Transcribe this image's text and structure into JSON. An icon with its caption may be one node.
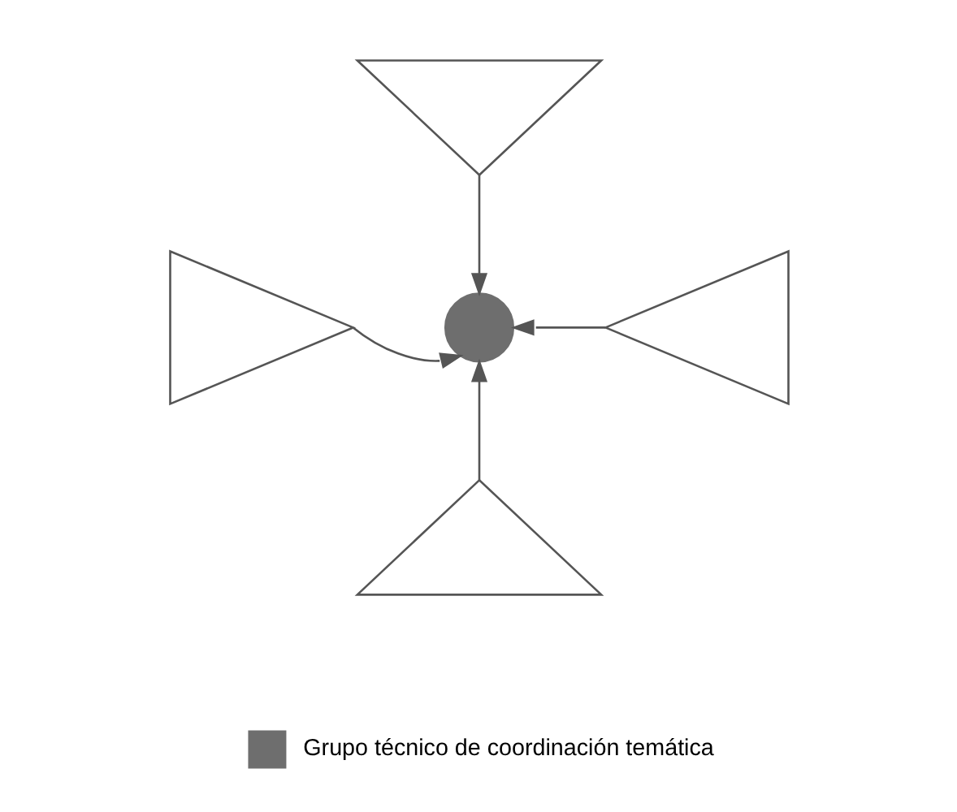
{
  "diagram": {
    "nodes": [
      {
        "text": [],
        "shape": "triangle"
      },
      {
        "text": [],
        "shape": "triangle"
      },
      {
        "text": [],
        "shape": "circle"
      },
      {
        "text": [],
        "shape": "triangle"
      },
      {
        "text": [],
        "shape": "triangle"
      }
    ],
    "edges": [
      {
        "from": 0,
        "to": 2,
        "arrow": "to"
      },
      {
        "from": 1,
        "to": 2,
        "arrow": "to"
      },
      {
        "from": 3,
        "to": 2,
        "arrow": "to"
      },
      {
        "from": 4,
        "to": 2,
        "arrow": "to"
      }
    ],
    "legend": [
      {
        "text": "Grupo técnico de coordinación temática",
        "color": "#6e6e6e"
      }
    ]
  }
}
